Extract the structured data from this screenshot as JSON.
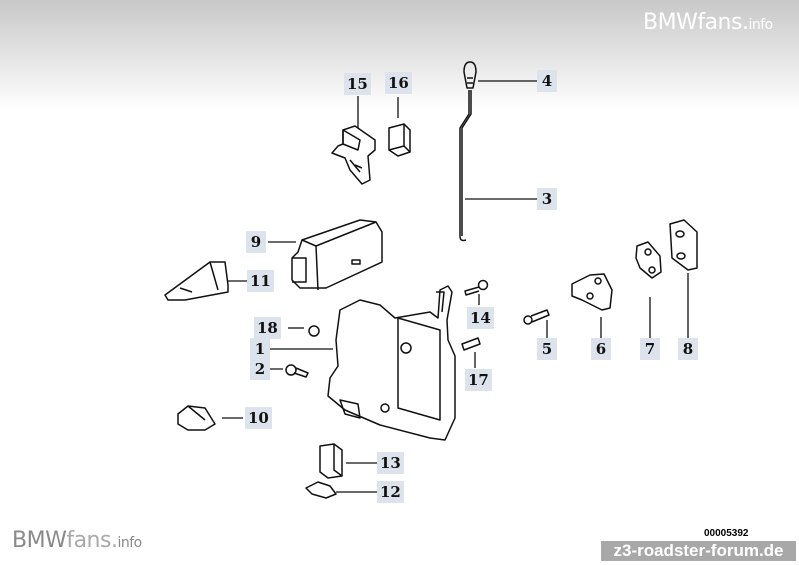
{
  "watermarks": {
    "top_right": {
      "main": "BMWfans.",
      "suffix": "info"
    },
    "bottom_left": {
      "prefix": "BMW",
      "middle": "fans.",
      "suffix": "info"
    },
    "forum_banner": "z3-roadster-forum.de"
  },
  "diagram_number": "00005392",
  "callouts": [
    {
      "id": "1",
      "part": "door-lock"
    },
    {
      "id": "2",
      "part": "screw"
    },
    {
      "id": "3",
      "part": "lock-rod"
    },
    {
      "id": "4",
      "part": "lock-button"
    },
    {
      "id": "5",
      "part": "screw"
    },
    {
      "id": "6",
      "part": "striker"
    },
    {
      "id": "7",
      "part": "shim-plate"
    },
    {
      "id": "8",
      "part": "counter-plate"
    },
    {
      "id": "9",
      "part": "actuator-housing"
    },
    {
      "id": "10",
      "part": "clip"
    },
    {
      "id": "11",
      "part": "cover"
    },
    {
      "id": "12",
      "part": "clip"
    },
    {
      "id": "13",
      "part": "pad"
    },
    {
      "id": "14",
      "part": "screw"
    },
    {
      "id": "15",
      "part": "rod-holder"
    },
    {
      "id": "16",
      "part": "block"
    },
    {
      "id": "17",
      "part": "bolt"
    },
    {
      "id": "18",
      "part": "nut"
    }
  ]
}
